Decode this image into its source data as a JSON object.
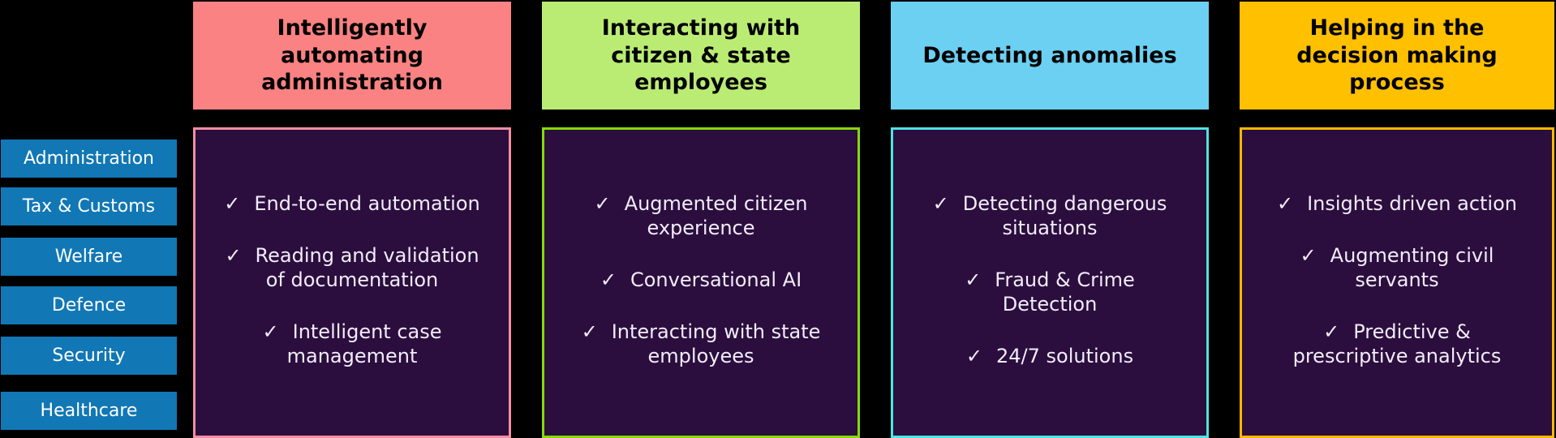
{
  "canvas": {
    "background": "#000000"
  },
  "icons": {
    "check": "✓"
  },
  "sidebar": {
    "bg_color": "#1177B5",
    "text_color": "#FFFFFF",
    "items": [
      "Administration",
      "Tax & Customs",
      "Welfare",
      "Defence",
      "Security",
      "Healthcare"
    ]
  },
  "panel": {
    "bg": "#2B0E3E",
    "text_color": "#F2ECF8",
    "header_text_color": "#000000"
  },
  "columns": [
    {
      "header": "Intelligently\nautomating\nadministration",
      "colors": {
        "header_bg": "#FB8282",
        "panel_border": "#F78DA0"
      },
      "items": [
        "End-to-end automation",
        "Reading and validation\nof documentation",
        "Intelligent case\nmanagement"
      ]
    },
    {
      "header": "Interacting with\ncitizen & state\nemployees",
      "colors": {
        "header_bg": "#BAEC74",
        "panel_border": "#86D908"
      },
      "items": [
        "Augmented citizen\nexperience",
        "Conversational AI",
        "Interacting with state\nemployees"
      ]
    },
    {
      "header": "Detecting anomalies",
      "colors": {
        "header_bg": "#6CD0F2",
        "panel_border": "#4EE3E4"
      },
      "items": [
        "Detecting dangerous\nsituations",
        "Fraud & Crime\nDetection",
        "24/7 solutions"
      ]
    },
    {
      "header": "Helping in the\ndecision making\nprocess",
      "colors": {
        "header_bg": "#FFC000",
        "panel_border": "#FFB700"
      },
      "items": [
        "Insights driven action",
        "Augmenting civil\nservants",
        "Predictive &\nprescriptive analytics"
      ]
    }
  ]
}
